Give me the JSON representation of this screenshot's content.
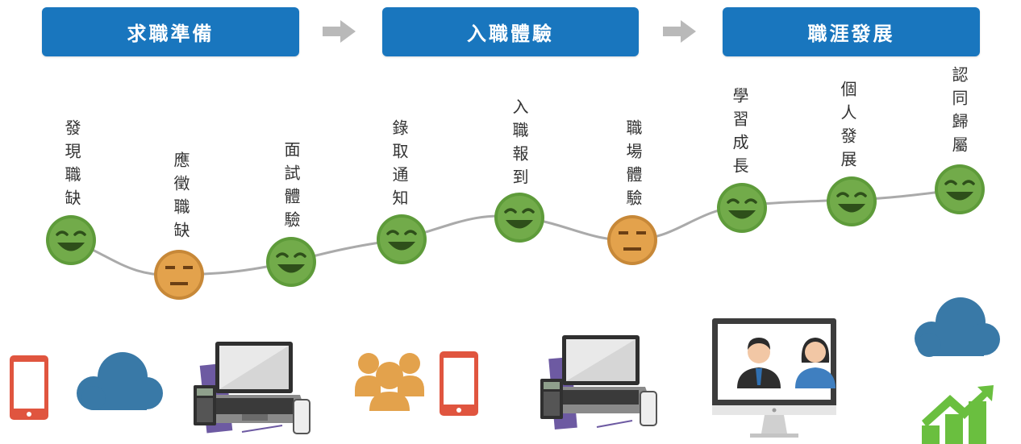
{
  "phases": [
    {
      "label": "求職準備"
    },
    {
      "label": "入職體驗"
    },
    {
      "label": "職涯發展"
    }
  ],
  "steps": [
    {
      "label": "發現職缺",
      "mood": "happy"
    },
    {
      "label": "應徵職缺",
      "mood": "neutral"
    },
    {
      "label": "面試體驗",
      "mood": "happy"
    },
    {
      "label": "錄取通知",
      "mood": "happy"
    },
    {
      "label": "入職報到",
      "mood": "happy"
    },
    {
      "label": "職場體驗",
      "mood": "neutral"
    },
    {
      "label": "學習成長",
      "mood": "happy"
    },
    {
      "label": "個人發展",
      "mood": "happy"
    },
    {
      "label": "認同歸屬",
      "mood": "happy"
    }
  ],
  "colors": {
    "phase_bg": "#1976be",
    "arrow": "#b9b9b9",
    "happy_face": "#5e9b3a",
    "neutral_face": "#e3a24c",
    "journey_line": "#aaaaaa",
    "phone": "#e0553f",
    "cloud": "#3979a7",
    "people": "#e3a24c",
    "growth": "#6abf3f"
  },
  "icons": [
    "phone-icon",
    "cloud-icon",
    "laptop-workspace-icon",
    "people-group-icon",
    "phone-icon",
    "laptop-workspace-icon",
    "video-call-monitor-icon",
    "cloud-icon",
    "growth-chart-icon"
  ]
}
